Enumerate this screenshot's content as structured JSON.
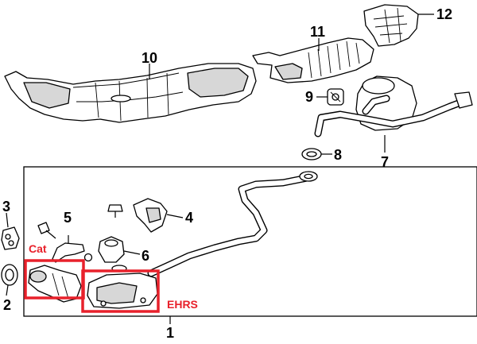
{
  "diagram": {
    "callouts": {
      "p1": "1",
      "p2": "2",
      "p3": "3",
      "p4": "4",
      "p5": "5",
      "p6": "6",
      "p7": "7",
      "p8": "8",
      "p9": "9",
      "p10": "10",
      "p11": "11",
      "p12": "12"
    },
    "highlights": {
      "cat_label": "Cat",
      "ehrs_label": "EHRS"
    },
    "colors": {
      "highlight": "#e8212b",
      "line": "#000000",
      "shading": "#d7d7d7"
    }
  }
}
